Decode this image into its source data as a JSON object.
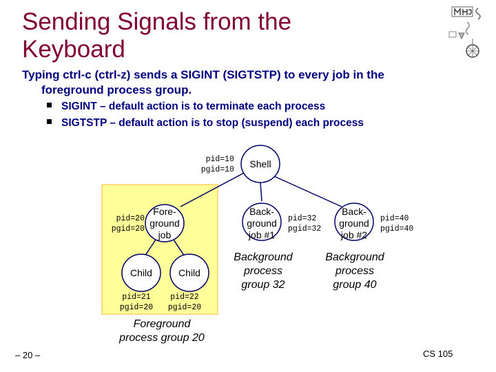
{
  "title_line1": "Sending Signals from the",
  "title_line2": "Keyboard",
  "main_bullet_line1": "Typing ctrl-c (ctrl-z) sends a SIGINT (SIGTSTP) to every job in the",
  "main_bullet_line2": "foreground process group.",
  "sub_bullets": [
    "SIGINT – default action is to terminate each process",
    "SIGTSTP – default action is to stop (suspend) each process"
  ],
  "shell": {
    "label": "Shell",
    "pid": "pid=10",
    "pgid": "pgid=10"
  },
  "fg_job": {
    "line1": "Fore-",
    "line2": "ground",
    "line3": "job",
    "pid": "pid=20",
    "pgid": "pgid=20"
  },
  "child1": {
    "label": "Child",
    "pid": "pid=21",
    "pgid": "pgid=20"
  },
  "child2": {
    "label": "Child",
    "pid": "pid=22",
    "pgid": "pgid=20"
  },
  "bg_job1": {
    "line1": "Back-",
    "line2": "ground",
    "line3": "job #1",
    "pid": "pid=32",
    "pgid": "pgid=32"
  },
  "bg_job2": {
    "line1": "Back-",
    "line2": "ground",
    "line3": "job #2",
    "pid": "pid=40",
    "pgid": "pgid=40"
  },
  "bg_group1": {
    "line1": "Background",
    "line2": "process",
    "line3": "group 32"
  },
  "bg_group2": {
    "line1": "Background",
    "line2": "process",
    "line3": "group 40"
  },
  "fg_group": {
    "line1": "Foreground",
    "line2": "process group 20"
  },
  "footer": {
    "page": "– 20 –",
    "course": "CS 105"
  },
  "colors": {
    "title": "#800033",
    "bullet": "#000080",
    "node_fill": "#ffffff",
    "node_stroke": "#000066",
    "fg_box_fill": "#ffff99",
    "fg_box_stroke": "#ffcc66"
  }
}
